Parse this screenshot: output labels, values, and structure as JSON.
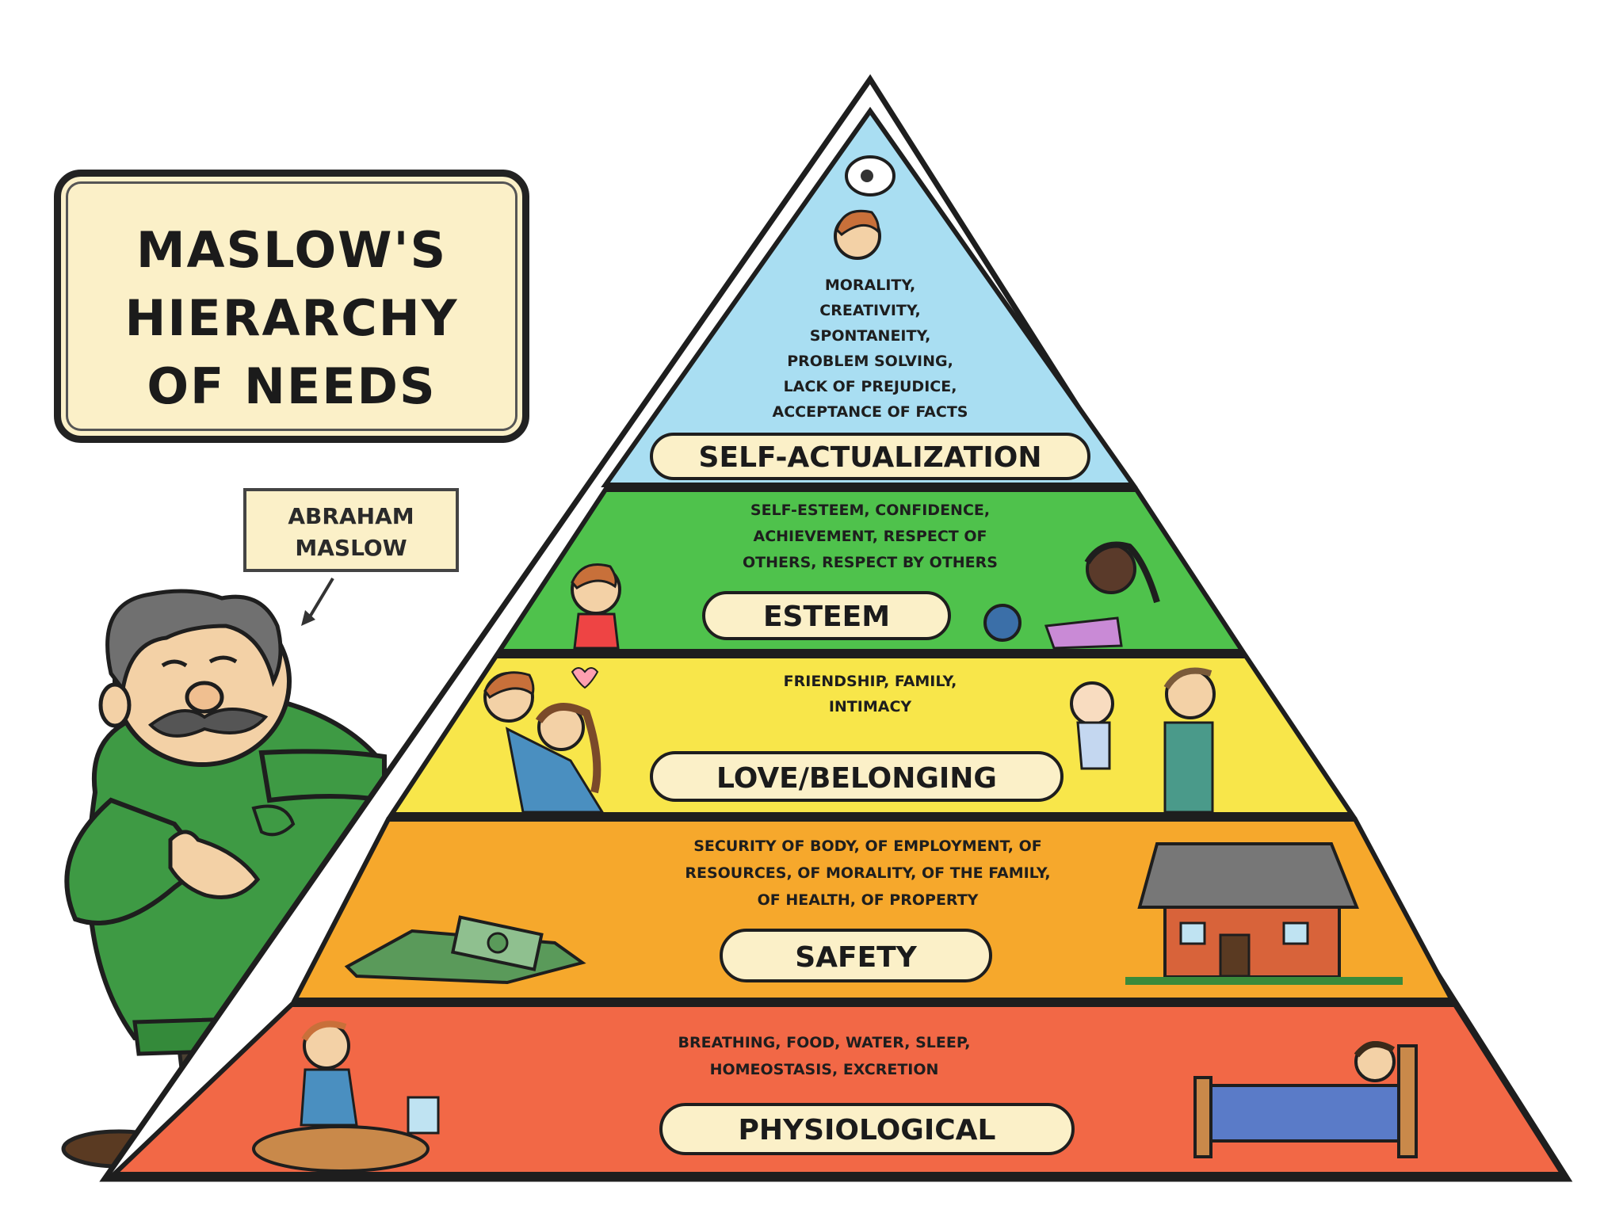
{
  "title": "MASLOW'S\nHIERARCHY\nOF NEEDS",
  "person_label": "ABRAHAM\nMASLOW",
  "levels": [
    {
      "name": "SELF-ACTUALIZATION",
      "description": [
        "MORALITY,",
        "CREATIVITY,",
        "SPONTANEITY,",
        "PROBLEM SOLVING,",
        "LACK OF PREJUDICE,",
        "ACCEPTANCE OF FACTS"
      ],
      "color": "#a9def2"
    },
    {
      "name": "ESTEEM",
      "description": [
        "SELF-ESTEEM, CONFIDENCE,",
        "ACHIEVEMENT, RESPECT OF",
        "OTHERS, RESPECT BY OTHERS"
      ],
      "color": "#4fc24c"
    },
    {
      "name": "LOVE/BELONGING",
      "description": [
        "FRIENDSHIP, FAMILY,",
        "INTIMACY"
      ],
      "color": "#f8e64a"
    },
    {
      "name": "SAFETY",
      "description": [
        "SECURITY OF BODY, OF EMPLOYMENT, OF",
        "RESOURCES, OF MORALITY, OF THE FAMILY,",
        "OF HEALTH, OF PROPERTY"
      ],
      "color": "#f6a82c"
    },
    {
      "name": "PHYSIOLOGICAL",
      "description": [
        "BREATHING, FOOD, WATER, SLEEP,",
        "HOMEOSTASIS, EXCRETION"
      ],
      "color": "#f26846"
    }
  ]
}
